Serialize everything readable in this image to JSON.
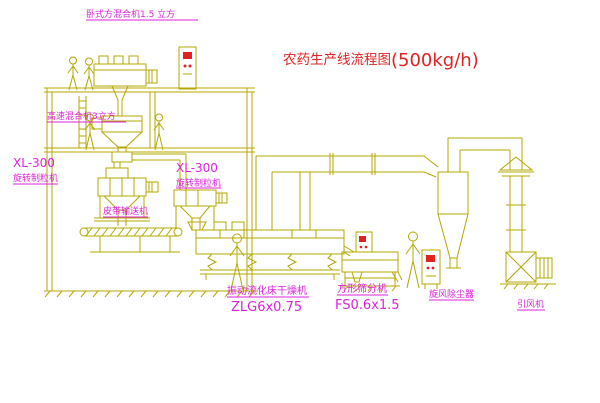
{
  "diagram": {
    "title_main": "农药生产线流程图",
    "title_capacity": "(500kg/h)"
  },
  "labels": {
    "horizontal_mixer": "卧式方混合机1.5 立方",
    "high_speed_mixer": "高速混合机3立方",
    "granulator_left_model": "XL-300",
    "granulator_left_name": "旋转制粒机",
    "granulator_right_model": "XL-300",
    "granulator_right_name": "旋转制粒机",
    "belt_conveyor": "皮带输送机",
    "dryer_name": "振动流化床干燥机",
    "dryer_model": "ZLG6x0.75",
    "sieve_name": "方形筛分机",
    "sieve_model": "FS0.6x1.5",
    "cyclone": "旋风除尘器",
    "fan": "引风机"
  },
  "colors": {
    "line_yellow": "#b5a700",
    "label_magenta": "#dd22dd",
    "title_red": "#e02222",
    "background": "#ffffff"
  }
}
